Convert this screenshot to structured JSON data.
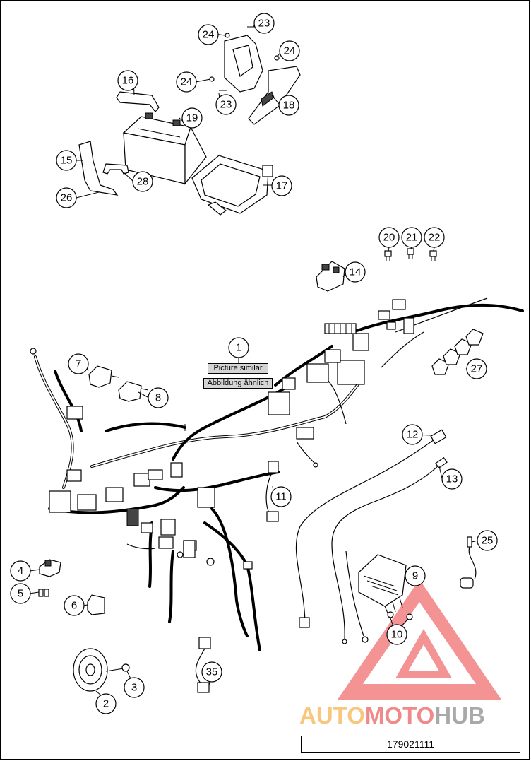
{
  "callouts": [
    {
      "id": "c1",
      "label": "1"
    },
    {
      "id": "c2",
      "label": "2"
    },
    {
      "id": "c3",
      "label": "3"
    },
    {
      "id": "c4",
      "label": "4"
    },
    {
      "id": "c5",
      "label": "5"
    },
    {
      "id": "c6",
      "label": "6"
    },
    {
      "id": "c7",
      "label": "7"
    },
    {
      "id": "c8",
      "label": "8"
    },
    {
      "id": "c9",
      "label": "9"
    },
    {
      "id": "c10",
      "label": "10"
    },
    {
      "id": "c11",
      "label": "11"
    },
    {
      "id": "c12",
      "label": "12"
    },
    {
      "id": "c13",
      "label": "13"
    },
    {
      "id": "c14",
      "label": "14"
    },
    {
      "id": "c15",
      "label": "15"
    },
    {
      "id": "c16",
      "label": "16"
    },
    {
      "id": "c17",
      "label": "17"
    },
    {
      "id": "c18",
      "label": "18"
    },
    {
      "id": "c19",
      "label": "19"
    },
    {
      "id": "c20",
      "label": "20"
    },
    {
      "id": "c21",
      "label": "21"
    },
    {
      "id": "c22",
      "label": "22"
    },
    {
      "id": "c23a",
      "label": "23"
    },
    {
      "id": "c23b",
      "label": "23"
    },
    {
      "id": "c24a",
      "label": "24"
    },
    {
      "id": "c24b",
      "label": "24"
    },
    {
      "id": "c24c",
      "label": "24"
    },
    {
      "id": "c25",
      "label": "25"
    },
    {
      "id": "c26",
      "label": "26"
    },
    {
      "id": "c27",
      "label": "27"
    },
    {
      "id": "c28",
      "label": "28"
    },
    {
      "id": "c35",
      "label": "35"
    }
  ],
  "notes": {
    "picture_similar": "Picture similar",
    "abbildung_aehnlich": "Abbildung ähnlich"
  },
  "watermark": {
    "auto": "AUTO",
    "moto": "MOTO",
    "hub": "HUB",
    "colors": {
      "auto": "#f7c77e",
      "moto": "#f08a8a",
      "hub": "#a9a9a9",
      "triangle": "#f06f6f"
    }
  },
  "part_number": "179021111"
}
